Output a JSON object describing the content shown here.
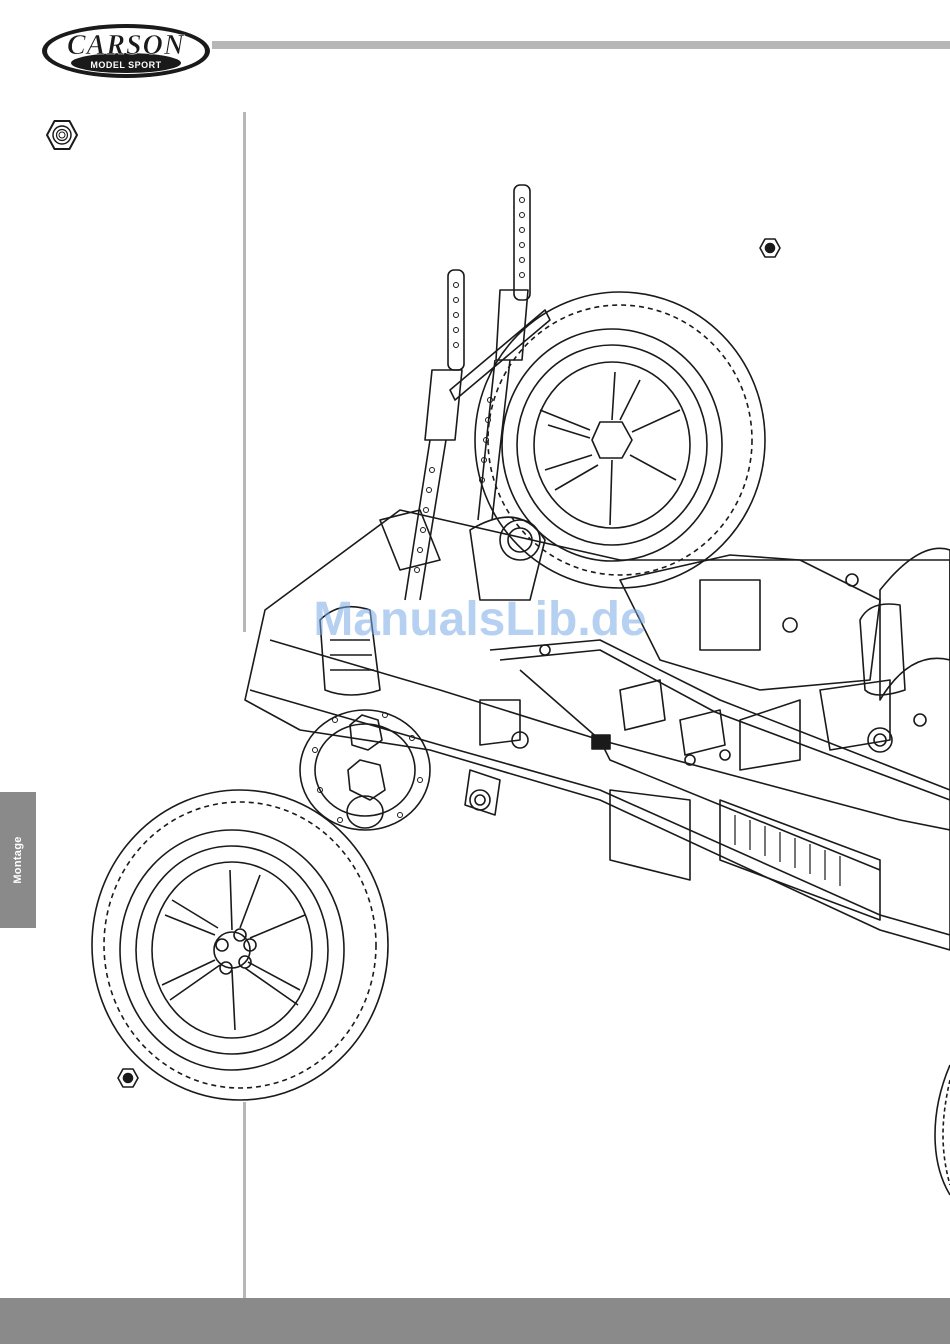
{
  "brand": {
    "logo_text": "CARSON",
    "logo_subtext": "MODEL SPORT"
  },
  "side_tab": {
    "label": "Montage"
  },
  "watermark": {
    "text": "ManualsLib.de"
  },
  "colors": {
    "rule": "#b7b7b7",
    "tab": "#8a8a8a",
    "ink": "#1a1a1a"
  },
  "icons": {
    "nut_top_left": "hex-nut-icon",
    "nut_top_right": "hex-nut-icon",
    "nut_bottom_left": "hex-nut-icon"
  }
}
